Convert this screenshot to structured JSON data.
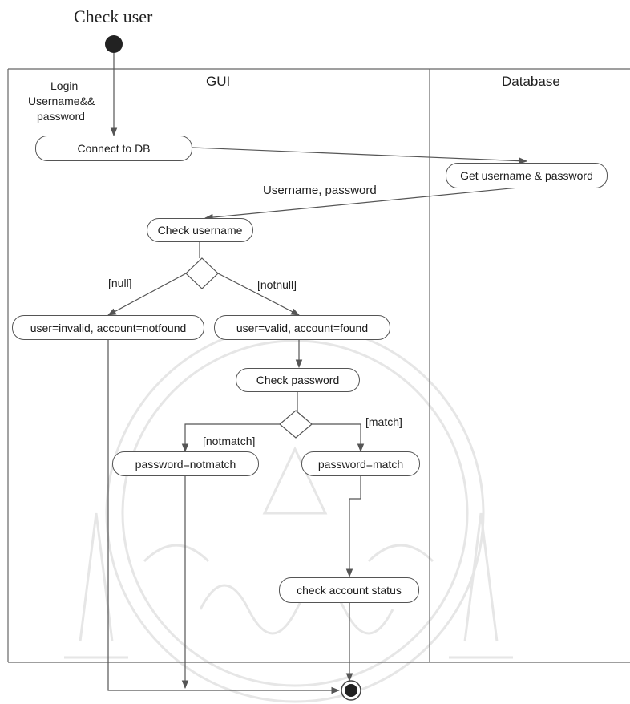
{
  "title": "Check user",
  "lanes": {
    "gui": "GUI",
    "database": "Database"
  },
  "nodes": {
    "connect_db": "Connect to DB",
    "get_credentials": "Get username & password",
    "check_username": "Check username",
    "user_invalid": "user=invalid, account=notfound",
    "user_valid": "user=valid, account=found",
    "check_password": "Check password",
    "password_notmatch": "password=notmatch",
    "password_match": "password=match",
    "check_account_status": "check account status"
  },
  "labels": {
    "login_line1": "Login",
    "login_line2": "Username&&",
    "login_line3": "password",
    "username_password": "Username, password",
    "null": "[null]",
    "notnull": "[notnull]",
    "notmatch": "[notmatch]",
    "match": "[match]"
  },
  "colors": {
    "line": "#555555",
    "node_fill": "#ffffff",
    "node_fill_initial": "#222222"
  }
}
